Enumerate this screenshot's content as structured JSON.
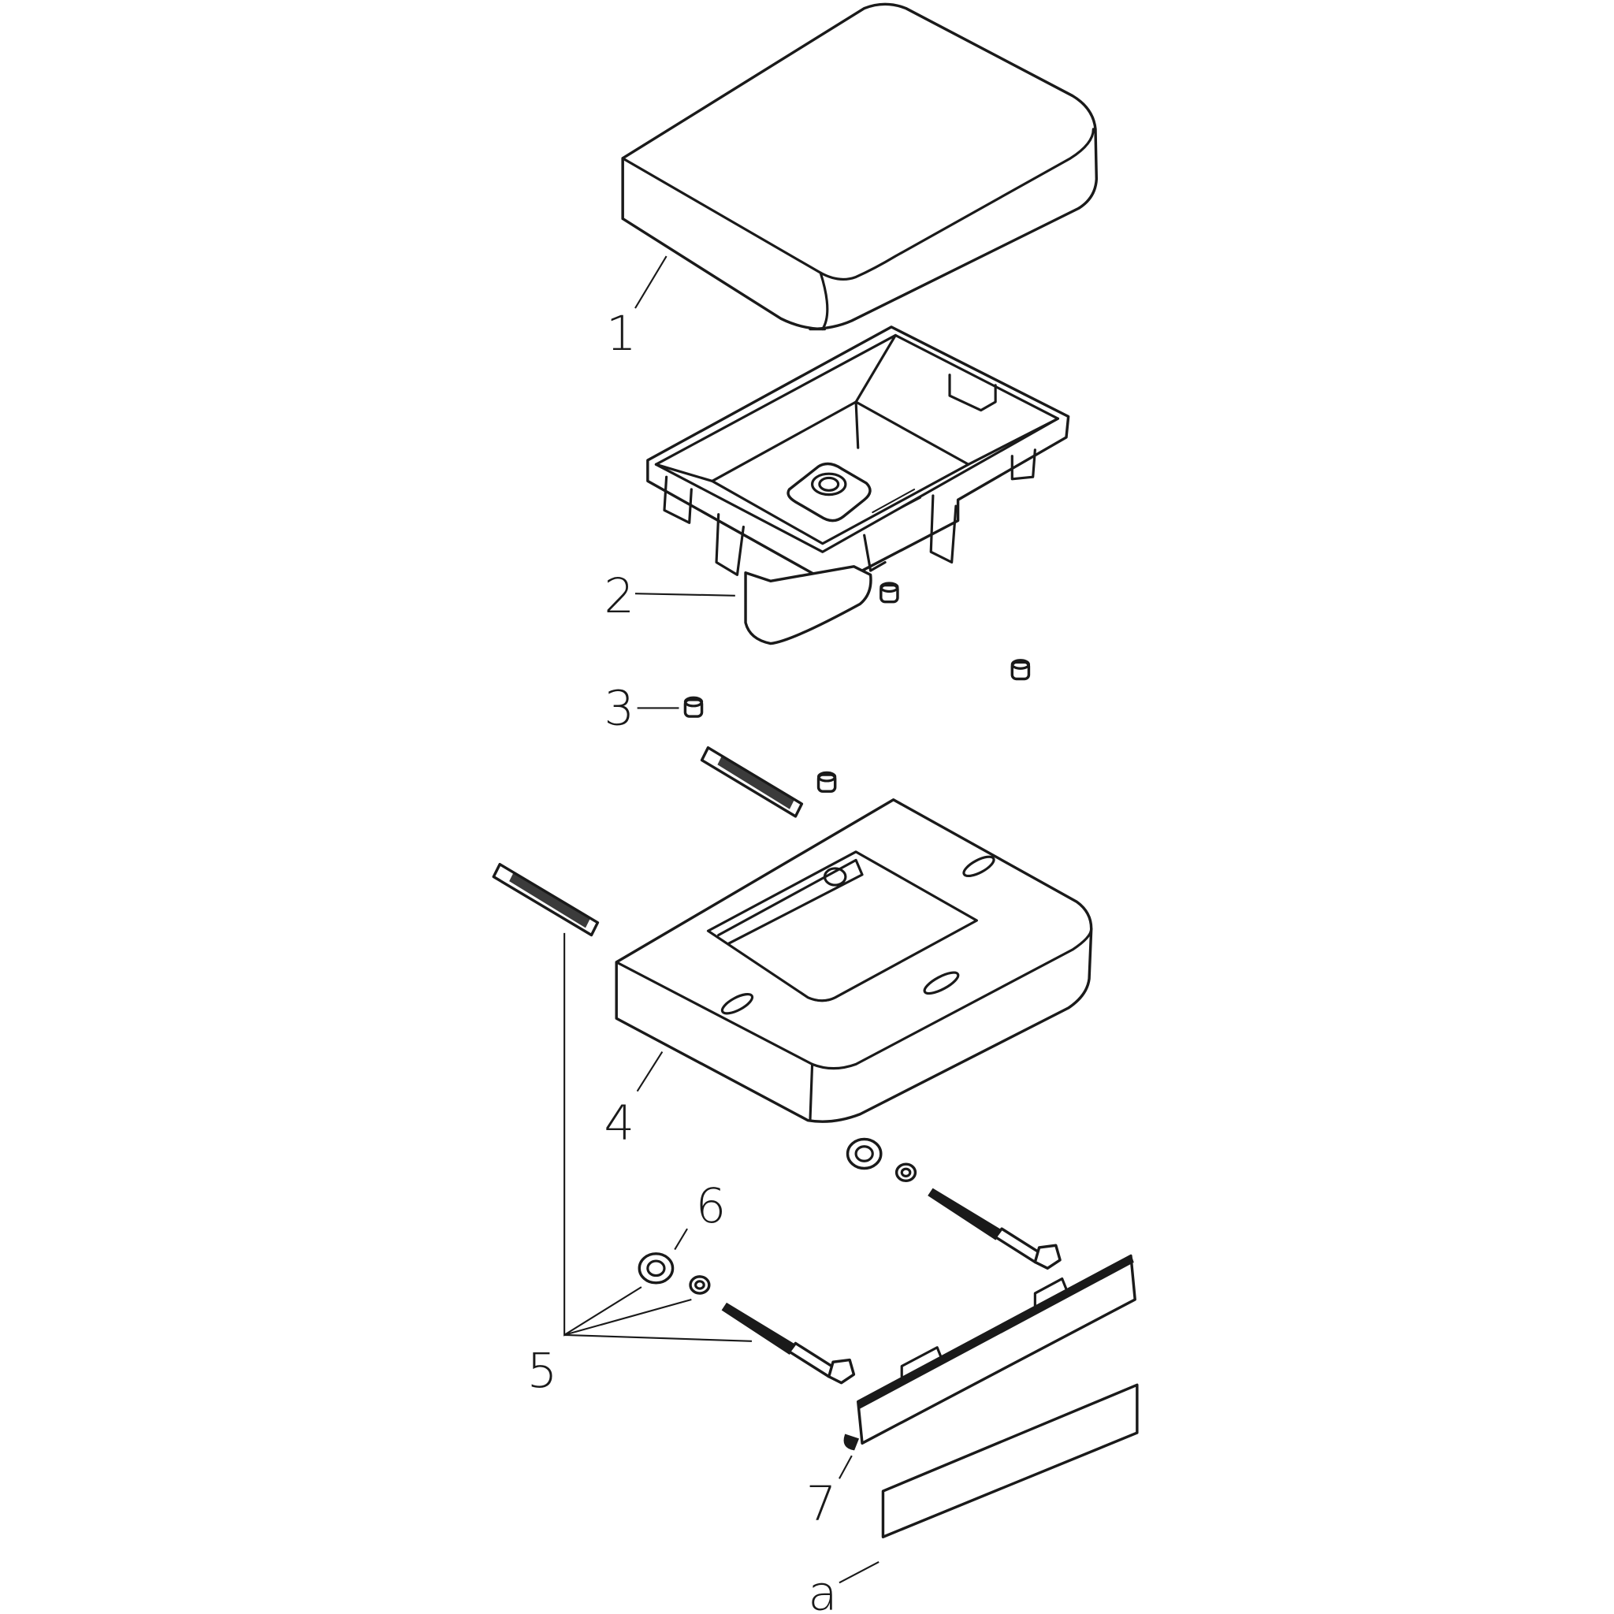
{
  "drawing": {
    "type": "exploded parts diagram",
    "background": "#ffffff",
    "line_color": "#1a1a1a"
  },
  "parts": [
    {
      "id": "1",
      "label": "1",
      "description": "Cover / lid"
    },
    {
      "id": "2",
      "label": "2",
      "description": "Mounting frame with clamps and knob"
    },
    {
      "id": "3",
      "label": "3",
      "description": "Cap / spacer"
    },
    {
      "id": "4",
      "label": "4",
      "description": "Base plate with slots"
    },
    {
      "id": "5",
      "label": "5",
      "description": "Fixing set (dowels, washers, screws)"
    },
    {
      "id": "6",
      "label": "6",
      "description": "Rosette / grommet"
    },
    {
      "id": "7",
      "label": "7",
      "description": "Strip / bracket"
    },
    {
      "id": "a",
      "label": "a",
      "description": "Adhesive strip"
    }
  ]
}
